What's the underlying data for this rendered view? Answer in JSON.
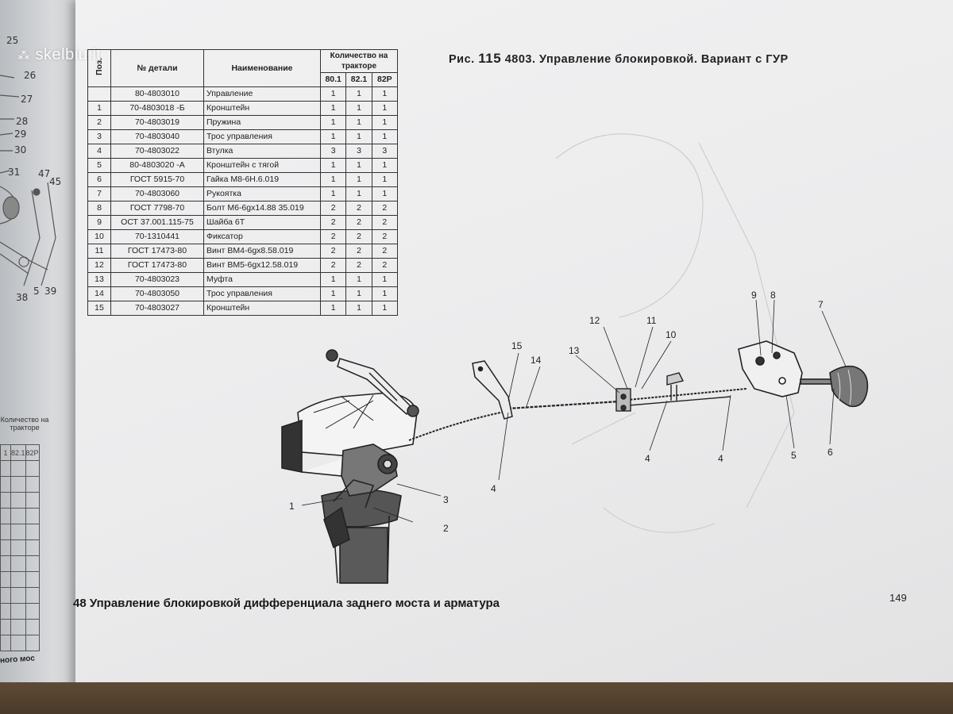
{
  "watermark": {
    "text": "skelbiu.lt"
  },
  "figure": {
    "prefix": "Рис.",
    "number": "115",
    "title": "4803. Управление блокировкой. Вариант с ГУР"
  },
  "table": {
    "headers": {
      "pos": "Поз.",
      "part_no": "№ детали",
      "name": "Наименование",
      "qty_group": "Количество на тракторе",
      "qty_cols": [
        "80.1",
        "82.1",
        "82Р"
      ]
    },
    "rows": [
      {
        "pos": "",
        "part_no": "80-4803010",
        "name": "Управление",
        "q": [
          "1",
          "1",
          "1"
        ]
      },
      {
        "pos": "1",
        "part_no": "70-4803018 -Б",
        "name": "Кронштейн",
        "q": [
          "1",
          "1",
          "1"
        ]
      },
      {
        "pos": "2",
        "part_no": "70-4803019",
        "name": "Пружина",
        "q": [
          "1",
          "1",
          "1"
        ]
      },
      {
        "pos": "3",
        "part_no": "70-4803040",
        "name": "Трос управления",
        "q": [
          "1",
          "1",
          "1"
        ]
      },
      {
        "pos": "4",
        "part_no": "70-4803022",
        "name": "Втулка",
        "q": [
          "3",
          "3",
          "3"
        ]
      },
      {
        "pos": "5",
        "part_no": "80-4803020 -А",
        "name": "Кронштейн с тягой",
        "q": [
          "1",
          "1",
          "1"
        ]
      },
      {
        "pos": "6",
        "part_no": "ГОСТ 5915-70",
        "name": "Гайка М8-6Н.6.019",
        "q": [
          "1",
          "1",
          "1"
        ]
      },
      {
        "pos": "7",
        "part_no": "70-4803060",
        "name": "Рукоятка",
        "q": [
          "1",
          "1",
          "1"
        ]
      },
      {
        "pos": "8",
        "part_no": "ГОСТ 7798-70",
        "name": "Болт М6-6gх14.88 35.019",
        "q": [
          "2",
          "2",
          "2"
        ]
      },
      {
        "pos": "9",
        "part_no": "ОСТ 37.001.115-75",
        "name": "Шайба 6Т",
        "q": [
          "2",
          "2",
          "2"
        ]
      },
      {
        "pos": "10",
        "part_no": "70-1310441",
        "name": "Фиксатор",
        "q": [
          "2",
          "2",
          "2"
        ]
      },
      {
        "pos": "11",
        "part_no": "ГОСТ 17473-80",
        "name": "Винт ВМ4-6gх8.58.019",
        "q": [
          "2",
          "2",
          "2"
        ]
      },
      {
        "pos": "12",
        "part_no": "ГОСТ 17473-80",
        "name": "Винт ВМ5-6gх12.58.019",
        "q": [
          "2",
          "2",
          "2"
        ]
      },
      {
        "pos": "13",
        "part_no": "70-4803023",
        "name": "Муфта",
        "q": [
          "1",
          "1",
          "1"
        ]
      },
      {
        "pos": "14",
        "part_no": "70-4803050",
        "name": "Трос управления",
        "q": [
          "1",
          "1",
          "1"
        ]
      },
      {
        "pos": "15",
        "part_no": "70-4803027",
        "name": "Кронштейн",
        "q": [
          "1",
          "1",
          "1"
        ]
      }
    ]
  },
  "callouts": [
    "1",
    "2",
    "3",
    "4",
    "4",
    "4",
    "5",
    "6",
    "7",
    "8",
    "9",
    "10",
    "11",
    "12",
    "13",
    "14",
    "15"
  ],
  "section_title": "48 Управление блокировкой дифференциала заднего моста и арматура",
  "page_number": "149",
  "left_page": {
    "numbers": [
      "25",
      "26",
      "27",
      "28",
      "29",
      "30",
      "31",
      "47",
      "45",
      "38",
      "5",
      "39"
    ],
    "table_header": "Количество на тракторе",
    "table_cols": [
      "1",
      "82.1",
      "82Р"
    ],
    "footer_fragment": "ного мос"
  }
}
